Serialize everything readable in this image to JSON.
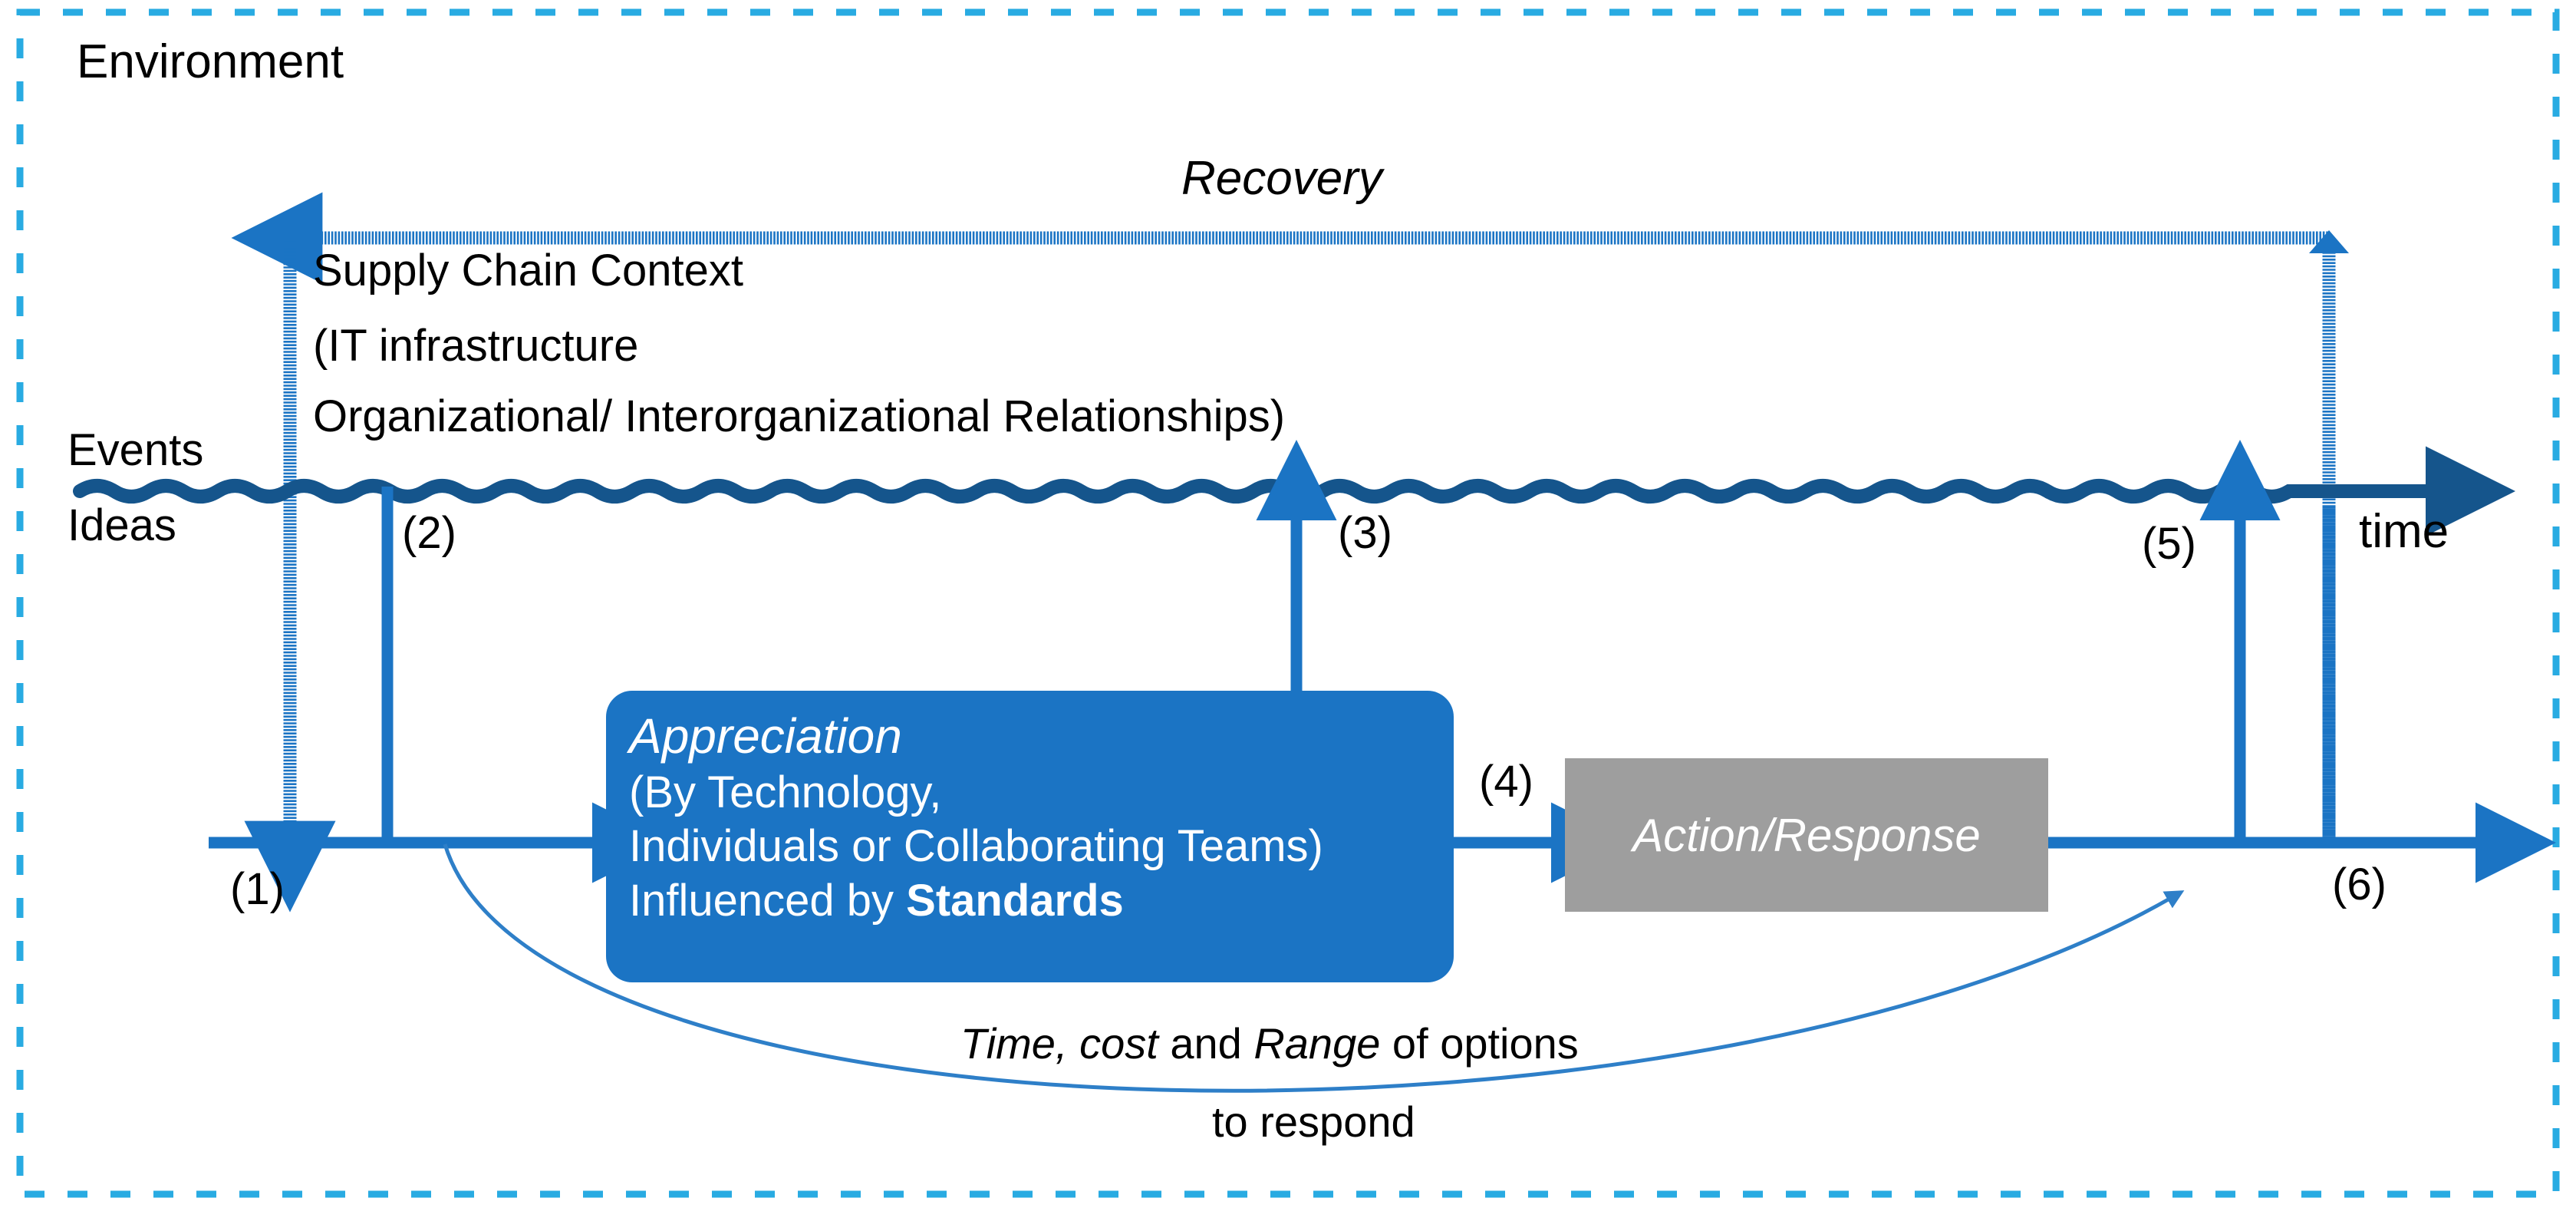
{
  "diagram": {
    "title": "Environment",
    "environment_label": "Environment",
    "colors": {
      "environment_border": "#29ABE2",
      "flow_blue": "#1B74C4",
      "wave_dark_blue": "#15558C",
      "action_box_gray": "#9E9E9E",
      "text_black": "#000000",
      "box_text_white": "#FFFFFF",
      "thin_curve_blue": "#2E7FC8"
    },
    "recovery_label": "Recovery",
    "context": {
      "heading": "Supply Chain Context",
      "line2": "(IT infrastructure",
      "line3": "Organizational/ Interorganizational Relationships)"
    },
    "axis": {
      "events_label": "Events",
      "ideas_label": "Ideas",
      "time_label": "time"
    },
    "steps": {
      "s1": "(1)",
      "s2": "(2)",
      "s3": "(3)",
      "s4": "(4)",
      "s5": "(5)",
      "s6": "(6)"
    },
    "appreciation_box": {
      "title": "Appreciation",
      "line1": "(By Technology,",
      "line2": "Individuals or Collaborating Teams)",
      "line3_prefix": "Influenced by ",
      "line3_bold": "Standards"
    },
    "action_box": {
      "label": "Action/Response"
    },
    "curve_caption": {
      "part1_italic": "Time, cost",
      "part2": " and ",
      "part3_italic": "Range",
      "part4": " of options",
      "line2": "to respond"
    }
  }
}
